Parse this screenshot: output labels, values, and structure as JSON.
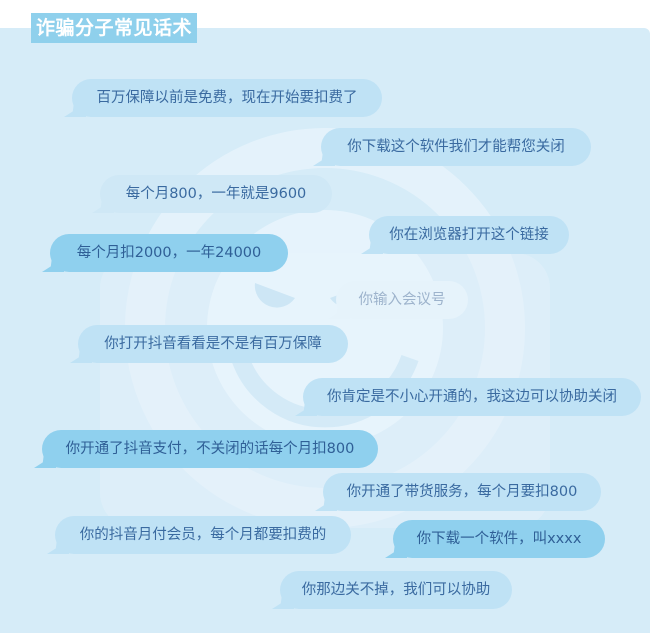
{
  "title": "诈骗分子常见话术",
  "colors": {
    "panel_bg": "#d6ecf8",
    "title_bg": "#8fd0ec",
    "bubble_light": "#bfe2f5",
    "bubble_dark": "#8fd0ee",
    "text": "#3a6aa0"
  },
  "watermark": {
    "icon": "douyin-logo-icon"
  },
  "bubbles": [
    {
      "text": "百万保障以前是免费，现在开始要扣费了",
      "style": "light"
    },
    {
      "text": "你下载这个软件我们才能帮您关闭",
      "style": "light"
    },
    {
      "text": "每个月800，一年就是9600",
      "style": "light"
    },
    {
      "text": "你在浏览器打开这个链接",
      "style": "light"
    },
    {
      "text": "每个月扣2000，一年24000",
      "style": "dark"
    },
    {
      "text": "你输入会议号",
      "style": "faded"
    },
    {
      "text": "你打开抖音看看是不是有百万保障",
      "style": "light"
    },
    {
      "text": "你肯定是不小心开通的，我这边可以协助关闭",
      "style": "light"
    },
    {
      "text": "你开通了抖音支付，不关闭的话每个月扣800",
      "style": "dark"
    },
    {
      "text": "你开通了带货服务，每个月要扣800",
      "style": "light"
    },
    {
      "text": "你的抖音月付会员，每个月都要扣费的",
      "style": "light"
    },
    {
      "text": "你下载一个软件，叫xxxx",
      "style": "dark"
    },
    {
      "text": "你那边关不掉，我们可以协助",
      "style": "light"
    }
  ]
}
